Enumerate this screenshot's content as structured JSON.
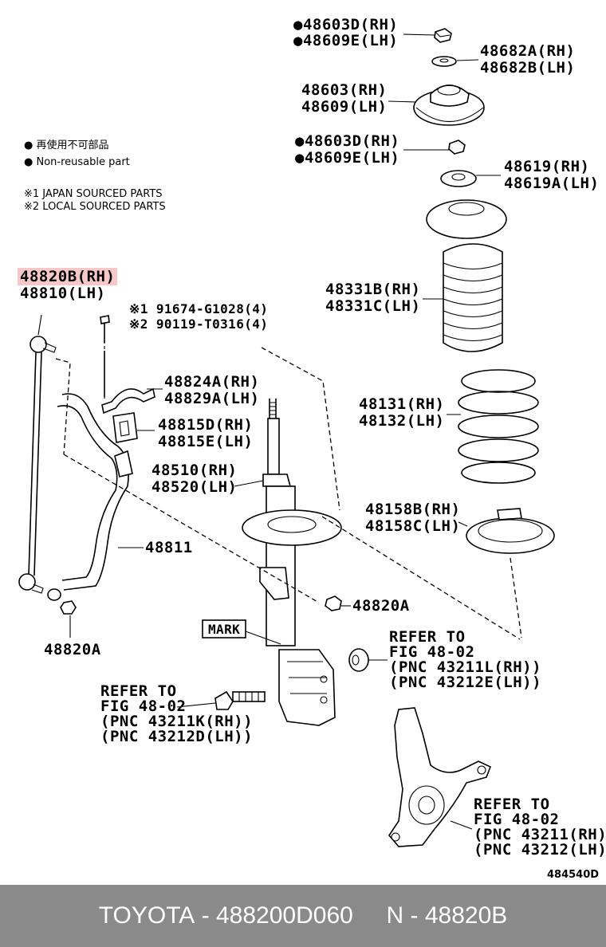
{
  "legend": {
    "line1": "● 再使用不可部品",
    "line2": "● Non-reusable part",
    "note1": "※1 JAPAN SOURCED PARTS",
    "note2": "※2 LOCAL SOURCED PARTS"
  },
  "labels": {
    "p48603D_rh_top": "●48603D(RH)",
    "p48609E_lh_top": "●48609E(LH)",
    "p48682A": "48682A(RH)",
    "p48682B": "48682B(LH)",
    "p48603": "48603(RH)",
    "p48609": "48609(LH)",
    "p48603D_rh_2": "●48603D(RH)",
    "p48609E_lh_2": "●48609E(LH)",
    "p48619": "48619(RH)",
    "p48619A": "48619A(LH)",
    "p48820B": "48820B(RH)",
    "p48810": "48810(LH)",
    "p91674": "※1 91674-G1028(4)",
    "p90119": "※2 90119-T0316(4)",
    "p48331B": "48331B(RH)",
    "p48331C": "48331C(LH)",
    "p48824A": "48824A(RH)",
    "p48829A": "48829A(LH)",
    "p48815D": "48815D(RH)",
    "p48815E": "48815E(LH)",
    "p48131": "48131(RH)",
    "p48132": "48132(LH)",
    "p48510": "48510(RH)",
    "p48520": "48520(LH)",
    "p48158B": "48158B(RH)",
    "p48158C": "48158C(LH)",
    "p48811": "48811",
    "p48820A_right": "48820A",
    "p48820A_left": "48820A",
    "mark": "MARK",
    "refer1_a": "REFER TO",
    "refer1_b": "FIG 48-02",
    "refer1_c": "(PNC 43211L(RH))",
    "refer1_d": "(PNC 43212E(LH))",
    "refer2_a": "REFER TO",
    "refer2_b": "FIG 48-02",
    "refer2_c": "(PNC 43211K(RH))",
    "refer2_d": "(PNC 43212D(LH))",
    "refer3_a": "REFER TO",
    "refer3_b": "FIG 48-02",
    "refer3_c": "(PNC 43211(RH))",
    "refer3_d": "(PNC 43212(LH))",
    "fig_code": "484540D"
  },
  "footer": {
    "brand": "TOYOTA",
    "part_number": "488200D060",
    "pnc": "N - 48820B"
  },
  "colors": {
    "highlight": "#f8c8c8",
    "footer_bg": "#8a8a8a",
    "footer_text": "#ffffff"
  }
}
